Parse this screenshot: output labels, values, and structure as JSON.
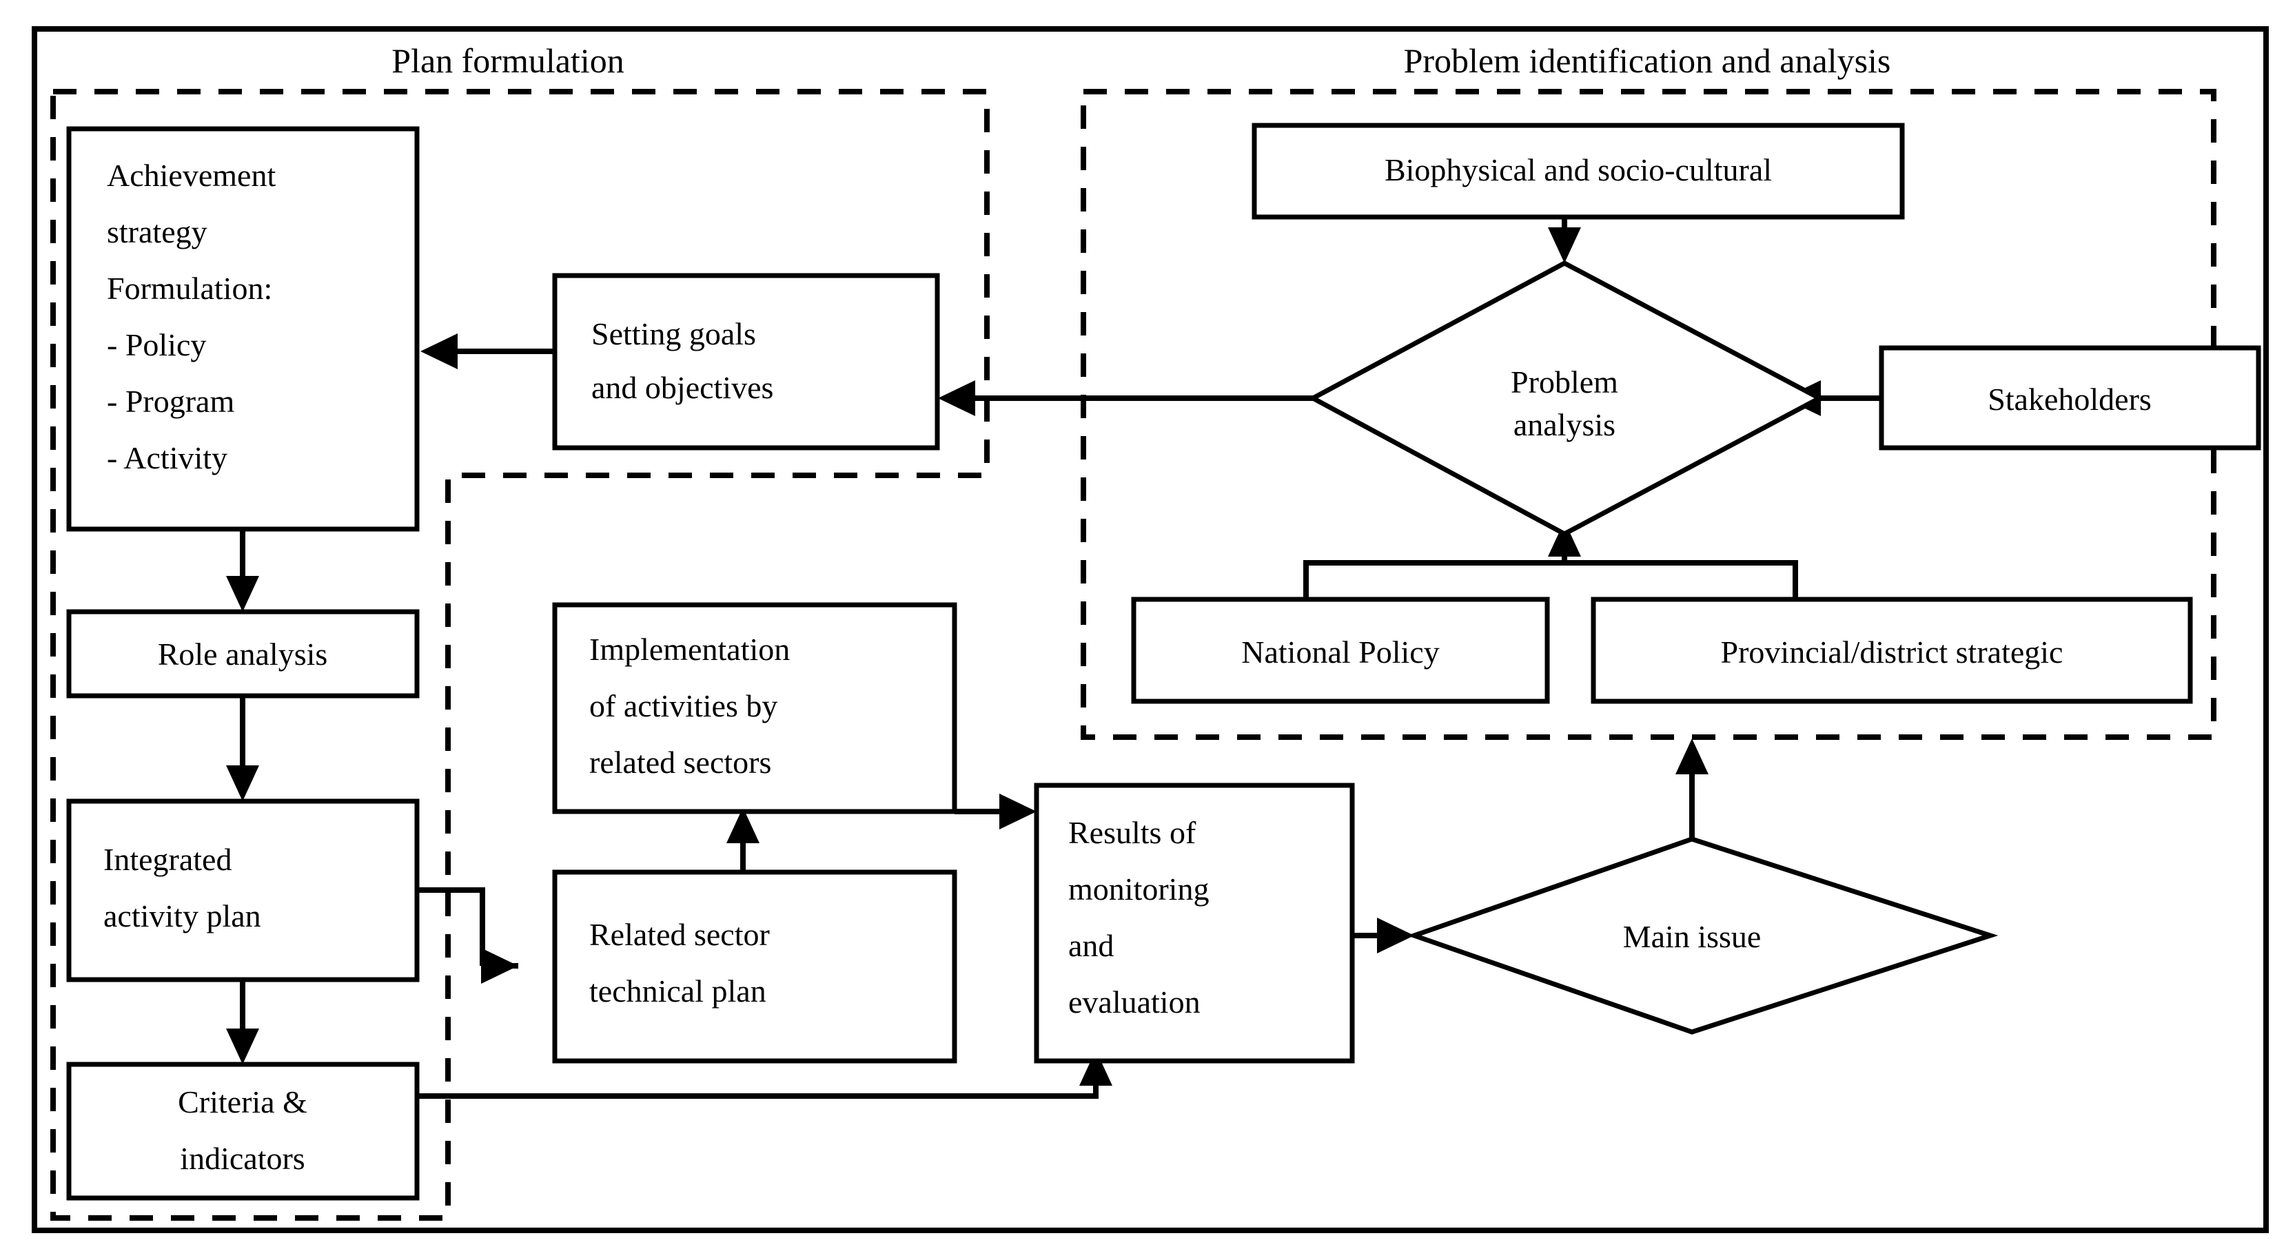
{
  "diagram": {
    "type": "flowchart",
    "regions": [
      {
        "id": "plan-formulation",
        "title": "Plan formulation"
      },
      {
        "id": "problem-identification",
        "title": "Problem identification and analysis"
      }
    ],
    "nodes": {
      "achievement_strategy": {
        "shape": "rect",
        "lines": [
          "Achievement",
          "strategy",
          "Formulation:",
          "- Policy",
          "- Program",
          "- Activity"
        ]
      },
      "setting_goals": {
        "shape": "rect",
        "lines": [
          "Setting goals",
          "and objectives"
        ]
      },
      "role_analysis": {
        "shape": "rect",
        "lines": [
          "Role analysis"
        ]
      },
      "integrated_activity_plan": {
        "shape": "rect",
        "lines": [
          "Integrated",
          "activity plan"
        ]
      },
      "criteria_indicators": {
        "shape": "rect",
        "lines": [
          "Criteria &",
          "indicators"
        ]
      },
      "implementation_activities": {
        "shape": "rect",
        "lines": [
          "Implementation",
          "of activities by",
          "related sectors"
        ]
      },
      "related_sector_plan": {
        "shape": "rect",
        "lines": [
          "Related sector",
          "technical plan"
        ]
      },
      "results_monitoring": {
        "shape": "rect",
        "lines": [
          "Results of",
          "monitoring",
          "and",
          "evaluation"
        ]
      },
      "main_issue": {
        "shape": "diamond",
        "lines": [
          "Main issue"
        ]
      },
      "biophysical": {
        "shape": "rect",
        "lines": [
          "Biophysical and socio-cultural"
        ]
      },
      "problem_analysis": {
        "shape": "diamond",
        "lines": [
          "Problem",
          "analysis"
        ]
      },
      "stakeholders": {
        "shape": "rect",
        "lines": [
          "Stakeholders"
        ]
      },
      "national_policy": {
        "shape": "rect",
        "lines": [
          "National Policy"
        ]
      },
      "provincial_strategic": {
        "shape": "rect",
        "lines": [
          "Provincial/district strategic"
        ]
      }
    },
    "colors": {
      "stroke": "#000000",
      "fill": "#ffffff",
      "background": "#ffffff"
    }
  }
}
